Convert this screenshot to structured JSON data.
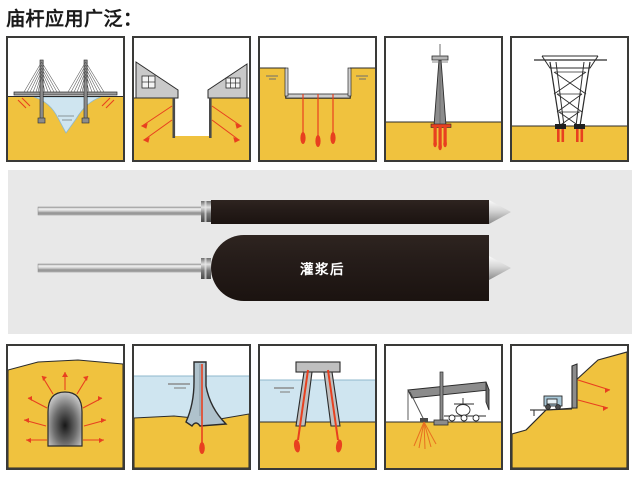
{
  "header": {
    "title": "庙杆应用广泛："
  },
  "colors": {
    "soil": "#F0C23E",
    "soil_dark": "#E0AE2C",
    "water": "#CFE5F0",
    "water_line": "#8FB8CC",
    "concrete": "#BFBFBF",
    "concrete_dark": "#8C8C8C",
    "anchor_red": "#E8401F",
    "outline": "#2B2B2B",
    "panel_border": "#3A3A38",
    "band_bg": "#E8E8E8",
    "rod_dark": "#231A17",
    "rod_steel": "#C8C8C8",
    "tip_silver": "#D8D8D8",
    "page_bg": "#FFFFFF"
  },
  "top_row": [
    {
      "id": "panel-bridge",
      "name": "cable-stayed-bridge-over-river"
    },
    {
      "id": "panel-excavation",
      "name": "deep-excavation-between-buildings"
    },
    {
      "id": "panel-foundation-pit",
      "name": "foundation-pit-uplift-anchors"
    },
    {
      "id": "panel-mast-tower",
      "name": "guyed-mast-tower-foundation"
    },
    {
      "id": "panel-pylon",
      "name": "lattice-transmission-pylon"
    }
  ],
  "bottom_row": [
    {
      "id": "panel-tunnel",
      "name": "tunnel-radial-rock-bolts"
    },
    {
      "id": "panel-quay-wall",
      "name": "quay-wall-in-water-anchor"
    },
    {
      "id": "panel-pier",
      "name": "underwater-bridge-pier-raked-piles"
    },
    {
      "id": "panel-hangar",
      "name": "aircraft-hangar-tiedown-anchors"
    },
    {
      "id": "panel-slope",
      "name": "road-cut-slope-retaining-anchors"
    }
  ],
  "diagram": {
    "rod_before": {
      "name": "anchor-rod-before-grouting",
      "label": ""
    },
    "rod_after": {
      "name": "anchor-rod-after-grouting",
      "label": "灌浆后"
    }
  }
}
